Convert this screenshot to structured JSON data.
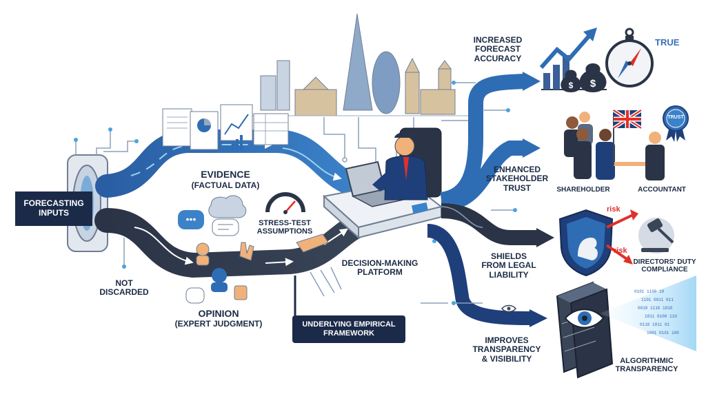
{
  "inputs": {
    "label": "FORECASTING\nINPUTS"
  },
  "evidence": {
    "title": "EVIDENCE",
    "subtitle": "(FACTUAL DATA)"
  },
  "opinion": {
    "title": "OPINION",
    "subtitle": "(EXPERT JUDGMENT)"
  },
  "not_discarded": "NOT\nDISCARDED",
  "stress_test": "STRESS-TEST\nASSUMPTIONS",
  "platform": "DECISION-MAKING\nPLATFORM",
  "framework": "UNDERLYING EMPIRICAL\nFRAMEWORK",
  "outcomes": {
    "accuracy": "INCREASED\nFORECAST\nACCURACY",
    "true_label": "TRUE",
    "trust": "ENHANCED\nSTAKEHOLDER\nTRUST",
    "trust_badge": "TRUST",
    "shareholder": "SHAREHOLDER",
    "accountant": "ACCOUNTANT",
    "shields": "SHIELDS\nFROM LEGAL\nLIABILITY",
    "risk": "risk",
    "directors": "DIRECTORS' DUTY\nCOMPLIANCE",
    "transparency": "IMPROVES\nTRANSPARENCY\n& VISIBILITY",
    "algorithmic": "ALGORITHMIC\nTRANSPARENCY"
  },
  "icons": {
    "funnel": "funnel-icon",
    "city": "city-skyline-icon",
    "documents": "document-charts-icon",
    "speech": "speech-bubble-icon",
    "gauge": "gauge-icon",
    "laptop": "laptop-icon",
    "person": "businessman-icon",
    "chart": "growth-chart-icon",
    "money": "money-bag-icon",
    "compass": "compass-icon",
    "flag": "union-jack-flag-icon",
    "shield": "lion-shield-icon",
    "gavel": "gavel-icon",
    "server": "server-icon",
    "eye": "eye-icon"
  },
  "colors": {
    "navy": "#1b2a48",
    "blue": "#2e6db4",
    "light_blue": "#4aa3df",
    "red": "#e0302a"
  }
}
